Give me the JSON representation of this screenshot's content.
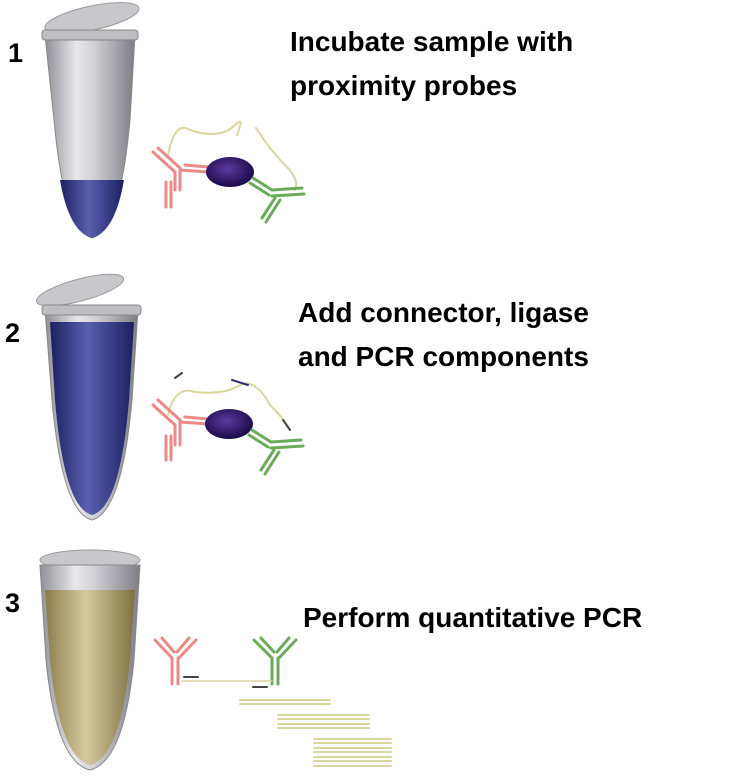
{
  "steps": [
    {
      "number": "1",
      "line1": "Incubate sample with",
      "line2": "proximity probes",
      "liquid_color": "#2b2f7a"
    },
    {
      "number": "2",
      "line1": "Add connector, ligase",
      "line2": "and PCR components",
      "liquid_color": "#2b2f7a"
    },
    {
      "number": "3",
      "line1": "Perform quantitative PCR",
      "liquid_color": "#a89a68"
    }
  ],
  "colors": {
    "probe_left": "#e98a86",
    "probe_right": "#6aab5a",
    "protein": "#2a1466",
    "dna": "#d9d6a0"
  }
}
